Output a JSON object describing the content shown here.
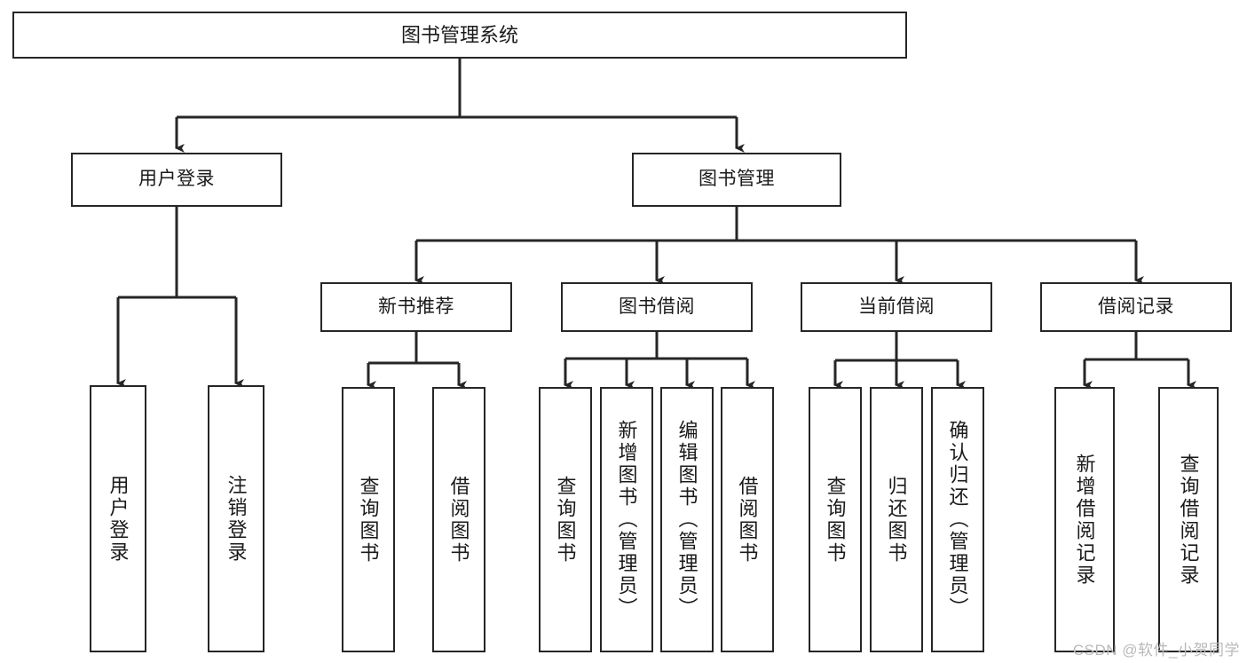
{
  "diagram": {
    "title": "图书管理系统",
    "type": "tree",
    "watermark": "CSDN @软件_小贺同学",
    "colors": {
      "background": "#ffffff",
      "stroke": "#262626",
      "text": "#1a1a1a",
      "watermark": "#b9b9b9"
    },
    "root": {
      "label": "图书管理系统"
    },
    "level2": [
      {
        "id": "user-login",
        "label": "用户登录"
      },
      {
        "id": "book-manage",
        "label": "图书管理"
      }
    ],
    "level3": [
      {
        "id": "new-book-rec",
        "label": "新书推荐",
        "parent": "book-manage"
      },
      {
        "id": "book-borrow",
        "label": "图书借阅",
        "parent": "book-manage"
      },
      {
        "id": "current-borrow",
        "label": "当前借阅",
        "parent": "book-manage"
      },
      {
        "id": "borrow-record",
        "label": "借阅记录",
        "parent": "book-manage"
      }
    ],
    "leaves": {
      "user-login": [
        {
          "id": "leaf-user-login",
          "label": "用户登录"
        },
        {
          "id": "leaf-user-logout",
          "label": "注销登录"
        }
      ],
      "new-book-rec": [
        {
          "id": "leaf-query-book-1",
          "label": "查询图书"
        },
        {
          "id": "leaf-borrow-book-1",
          "label": "借阅图书"
        }
      ],
      "book-borrow": [
        {
          "id": "leaf-query-book-2",
          "label": "查询图书"
        },
        {
          "id": "leaf-add-book",
          "label": "新增图书（管理员）"
        },
        {
          "id": "leaf-edit-book",
          "label": "编辑图书（管理员）"
        },
        {
          "id": "leaf-borrow-book-2",
          "label": "借阅图书"
        }
      ],
      "current-borrow": [
        {
          "id": "leaf-query-book-3",
          "label": "查询图书"
        },
        {
          "id": "leaf-return-book",
          "label": "归还图书"
        },
        {
          "id": "leaf-confirm-return",
          "label": "确认归还（管理员）"
        }
      ],
      "borrow-record": [
        {
          "id": "leaf-add-record",
          "label": "新增借阅记录"
        },
        {
          "id": "leaf-query-record",
          "label": "查询借阅记录"
        }
      ]
    }
  }
}
